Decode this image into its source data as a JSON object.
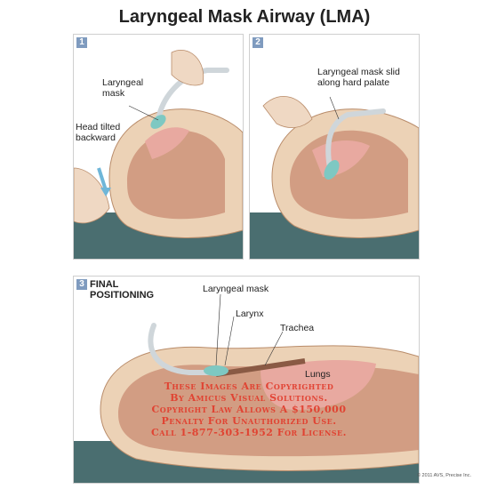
{
  "title": "Laryngeal Mask Airway (LMA)",
  "panels": [
    {
      "number": "1",
      "labels": {
        "mask": "Laryngeal\nmask",
        "head": "Head tilted\nbackward"
      }
    },
    {
      "number": "2",
      "labels": {
        "slid": "Laryngeal mask slid\nalong hard palate"
      }
    },
    {
      "number": "3",
      "heading": "FINAL\nPOSITIONING",
      "labels": {
        "mask": "Laryngeal mask",
        "larynx": "Larynx",
        "trachea": "Trachea",
        "lungs": "Lungs"
      }
    }
  ],
  "watermark": "These Images Are Copyrighted\nBy Amicus Visual Solutions.\nCopyright Law Allows A $150,000\nPenalty For Unauthorized Use.\nCall 1-877-303-1952 For License.",
  "copyright": "© 2011 AVS, Precise Inc.",
  "colors": {
    "skin": "#ecd2b6",
    "tissue": "#c98b72",
    "airway": "#e8a9a0",
    "lma": "#7ec8c2",
    "table": "#4a6e70",
    "panel_tag": "#7f9bbf",
    "watermark": "#e23a2a"
  }
}
